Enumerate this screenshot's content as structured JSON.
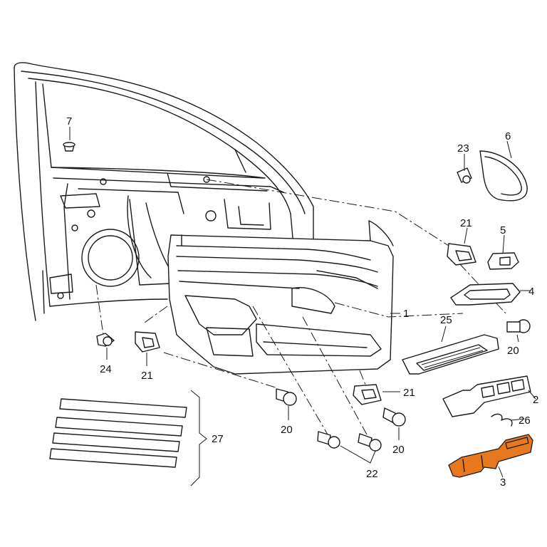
{
  "highlight_color": "#e8781e",
  "line_color": "#1a1a1a",
  "callouts": {
    "c1": "1",
    "c2": "2",
    "c3": "3",
    "c4": "4",
    "c5": "5",
    "c6": "6",
    "c7": "7",
    "c20a": "20",
    "c20b": "20",
    "c20c": "20",
    "c21a": "21",
    "c21b": "21",
    "c21c": "21",
    "c22": "22",
    "c23": "23",
    "c24": "24",
    "c25": "25",
    "c26": "26",
    "c27": "27"
  }
}
